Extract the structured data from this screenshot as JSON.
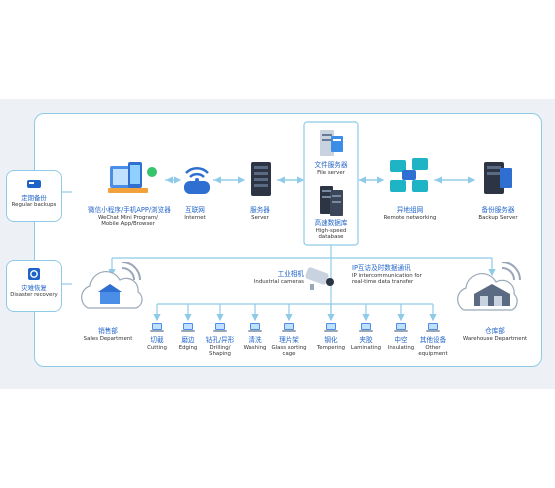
{
  "left_panel": {
    "regular_backups": {
      "cn": "定期备份",
      "en": "Regular backups"
    },
    "disaster_recovery": {
      "cn": "灾难恢复",
      "en": "Disaster recovery"
    }
  },
  "top_row": {
    "wechat": {
      "cn": "微信小程序/手机APP/浏览器",
      "en_line1": "WeChat Mini Program/",
      "en_line2": "Mobile App/Browser"
    },
    "internet": {
      "cn": "互联网",
      "en": "Internet"
    },
    "server": {
      "cn": "服务器",
      "en": "Server"
    },
    "file_server": {
      "cn": "文件服务器",
      "en": "File server"
    },
    "database": {
      "cn": "高速数据库",
      "en_line1": "High-speed",
      "en_line2": "database"
    },
    "remote": {
      "cn": "异地组网",
      "en": "Remote networking"
    },
    "backup_server": {
      "cn": "备份服务器",
      "en": "Backup Server"
    }
  },
  "middle": {
    "camera": {
      "cn": "工业相机",
      "en": "Industrial cameras"
    },
    "ip": {
      "cn": "IP互访及时数据通讯",
      "en_line1": "IP intercommunication for",
      "en_line2": "real-time data transfer"
    },
    "sales": {
      "cn": "销售部",
      "en": "Sales Department"
    },
    "warehouse": {
      "cn": "仓库部",
      "en": "Warehouse Department"
    }
  },
  "machines": [
    {
      "cn": "切截",
      "en1": "Cutting",
      "en2": ""
    },
    {
      "cn": "磨边",
      "en1": "Edging",
      "en2": ""
    },
    {
      "cn": "钻孔/异形",
      "en1": "Drilling/",
      "en2": "Shaping"
    },
    {
      "cn": "清洗",
      "en1": "Washing",
      "en2": ""
    },
    {
      "cn": "理片架",
      "en1": "Glass sorting",
      "en2": "cage"
    },
    {
      "cn": "钢化",
      "en1": "Tempering",
      "en2": ""
    },
    {
      "cn": "夹胶",
      "en1": "Laminating",
      "en2": ""
    },
    {
      "cn": "中空",
      "en1": "Insulating",
      "en2": ""
    },
    {
      "cn": "其他设备",
      "en1": "Other",
      "en2": "equipment"
    }
  ],
  "colors": {
    "line": "#8fcbe8",
    "accent": "#1f63c8",
    "band": "#edf1f6"
  }
}
